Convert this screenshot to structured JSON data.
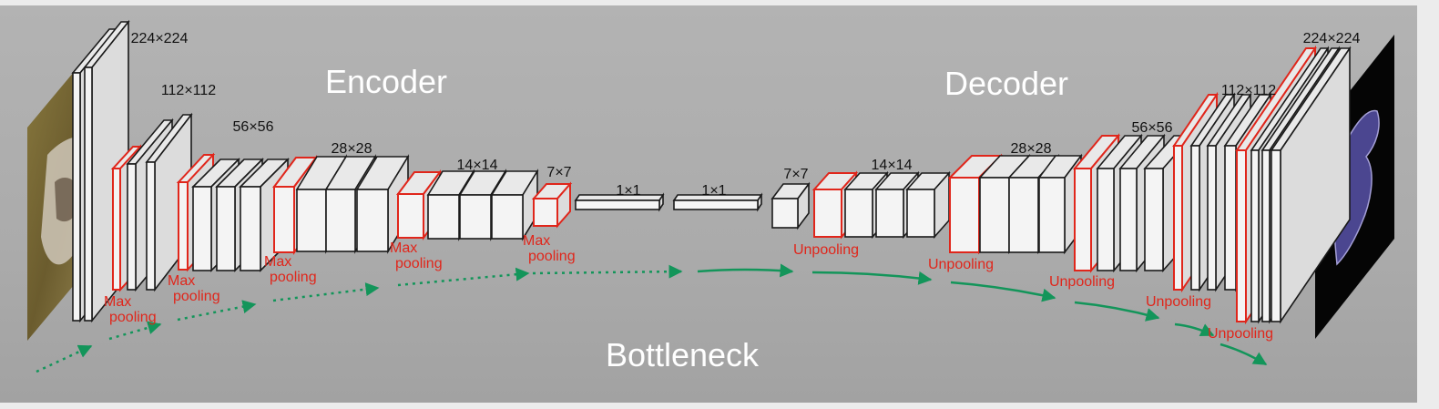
{
  "title_encoder": "Encoder",
  "title_decoder": "Decoder",
  "title_bottleneck": "Bottleneck",
  "layers": [
    {
      "id": "enc1",
      "size": "224×224",
      "op": "Max\npooling",
      "op_color": "red"
    },
    {
      "id": "enc2",
      "size": "112×112",
      "op": "Max\npooling"
    },
    {
      "id": "enc3",
      "size": "56×56",
      "op": "Max\npooling"
    },
    {
      "id": "enc4",
      "size": "28×28",
      "op": "Max\npooling"
    },
    {
      "id": "enc5",
      "size": "14×14",
      "op": "Max\npooling"
    },
    {
      "id": "enc6",
      "size": "7×7"
    },
    {
      "id": "bott1",
      "size": "1×1"
    },
    {
      "id": "bott2",
      "size": "1×1"
    },
    {
      "id": "dec1",
      "size": "7×7",
      "op": "Unpooling"
    },
    {
      "id": "dec2",
      "size": "14×14",
      "op": "Unpooling"
    },
    {
      "id": "dec3",
      "size": "28×28",
      "op": "Unpooling"
    },
    {
      "id": "dec4",
      "size": "56×56",
      "op": "Unpooling"
    },
    {
      "id": "dec5",
      "size": "112×112",
      "op": "Unpooling"
    },
    {
      "id": "dec6",
      "size": "224×224"
    }
  ],
  "labels": {
    "max_pooling_line1": "Max",
    "max_pooling_line2": "pooling",
    "unpooling": "Unpooling"
  },
  "colors": {
    "background": "#ababab",
    "block_fill": "#f4f4f4",
    "block_stroke": "#1a1a1a",
    "pool_red": "#e0261b",
    "arrow_green": "#13955a",
    "title_white": "#ffffff",
    "mask_fill": "#4b4690"
  },
  "images": {
    "input": "dog-photo",
    "output": "segmentation-mask"
  }
}
